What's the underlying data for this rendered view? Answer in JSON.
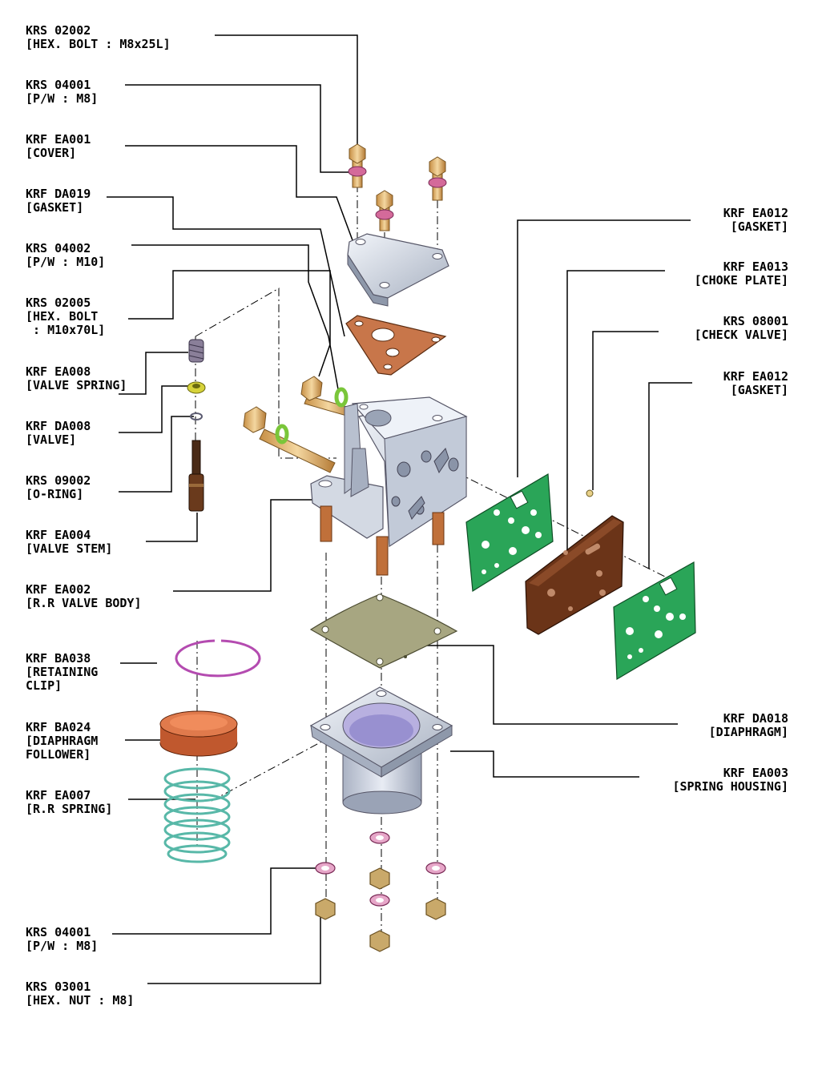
{
  "parts_left": [
    {
      "code": "KRS 02002",
      "desc": [
        "[HEX. BOLT : M8x25L]"
      ]
    },
    {
      "code": "KRS 04001",
      "desc": [
        "[P/W : M8]"
      ]
    },
    {
      "code": "KRF EA001",
      "desc": [
        "[COVER]"
      ]
    },
    {
      "code": "KRF DA019",
      "desc": [
        "[GASKET]"
      ]
    },
    {
      "code": "KRS 04002",
      "desc": [
        "[P/W : M10]"
      ]
    },
    {
      "code": "KRS 02005",
      "desc": [
        "[HEX. BOLT",
        " : M10x70L]"
      ]
    },
    {
      "code": "KRF EA008",
      "desc": [
        "[VALVE SPRING]"
      ]
    },
    {
      "code": "KRF DA008",
      "desc": [
        "[VALVE]"
      ]
    },
    {
      "code": "KRS 09002",
      "desc": [
        "[O-RING]"
      ]
    },
    {
      "code": "KRF EA004",
      "desc": [
        "[VALVE STEM]"
      ]
    },
    {
      "code": "KRF EA002",
      "desc": [
        "[R.R VALVE BODY]"
      ]
    },
    {
      "code": "KRF BA038",
      "desc": [
        "[RETAINING",
        "CLIP]"
      ]
    },
    {
      "code": "KRF BA024",
      "desc": [
        "[DIAPHRAGM",
        "FOLLOWER]"
      ]
    },
    {
      "code": "KRF EA007",
      "desc": [
        "[R.R SPRING]"
      ]
    },
    {
      "code": "KRS 04001",
      "desc": [
        "[P/W : M8]"
      ]
    },
    {
      "code": "KRS 03001",
      "desc": [
        "[HEX. NUT : M8]"
      ]
    }
  ],
  "parts_right": [
    {
      "code": "KRF EA012",
      "desc": [
        "[GASKET]"
      ]
    },
    {
      "code": "KRF EA013",
      "desc": [
        "[CHOKE PLATE]"
      ]
    },
    {
      "code": "KRS 08001",
      "desc": [
        "[CHECK VALVE]"
      ]
    },
    {
      "code": "KRF EA012",
      "desc": [
        "[GASKET]"
      ]
    },
    {
      "code": "KRF DA018",
      "desc": [
        "[DIAPHRAGM]"
      ]
    },
    {
      "code": "KRF EA003",
      "desc": [
        "[SPRING HOUSING]"
      ]
    }
  ],
  "colors": {
    "leader": "#000000",
    "bolt": "#d9a860",
    "washer": "#d46a9a",
    "cover": "#e6eef8",
    "gasket_brown": "#c8764a",
    "gasket_green": "#2aa558",
    "choke_plate": "#6b3418",
    "diaphragm": "#a7a681",
    "follower": "#e07a4c",
    "spring": "#58b8a8",
    "clip": "#b44bb0",
    "body": "#d8dee8",
    "nut": "#c9a96a"
  }
}
